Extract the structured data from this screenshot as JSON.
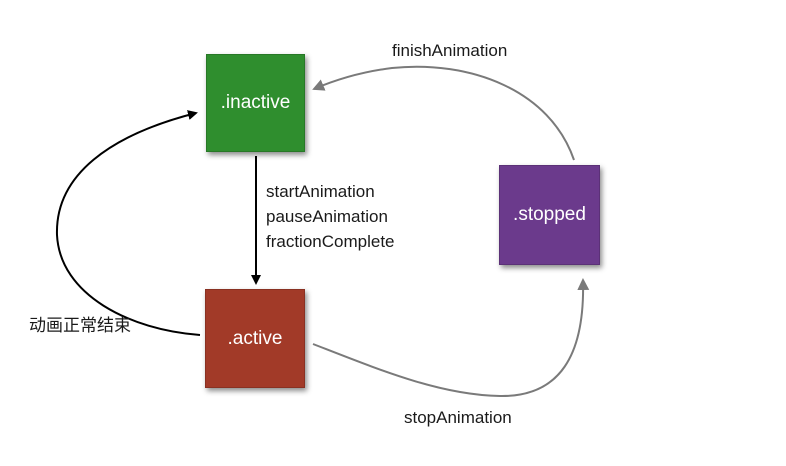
{
  "states": {
    "inactive": {
      "label": ".inactive",
      "color": "#2f8e2e"
    },
    "active": {
      "label": ".active",
      "color": "#a23a28"
    },
    "stopped": {
      "label": ".stopped",
      "color": "#6b3a8c"
    }
  },
  "transitions": {
    "finish": {
      "label": "finishAnimation"
    },
    "stop": {
      "label": "stopAnimation"
    },
    "normal_end": {
      "label": "动画正常结束"
    },
    "inactive_to_active": {
      "labels": [
        "startAnimation",
        "pauseAnimation",
        "fractionComplete"
      ]
    }
  },
  "colors": {
    "arrow_gray": "#7a7a7a",
    "arrow_black": "#000000"
  }
}
